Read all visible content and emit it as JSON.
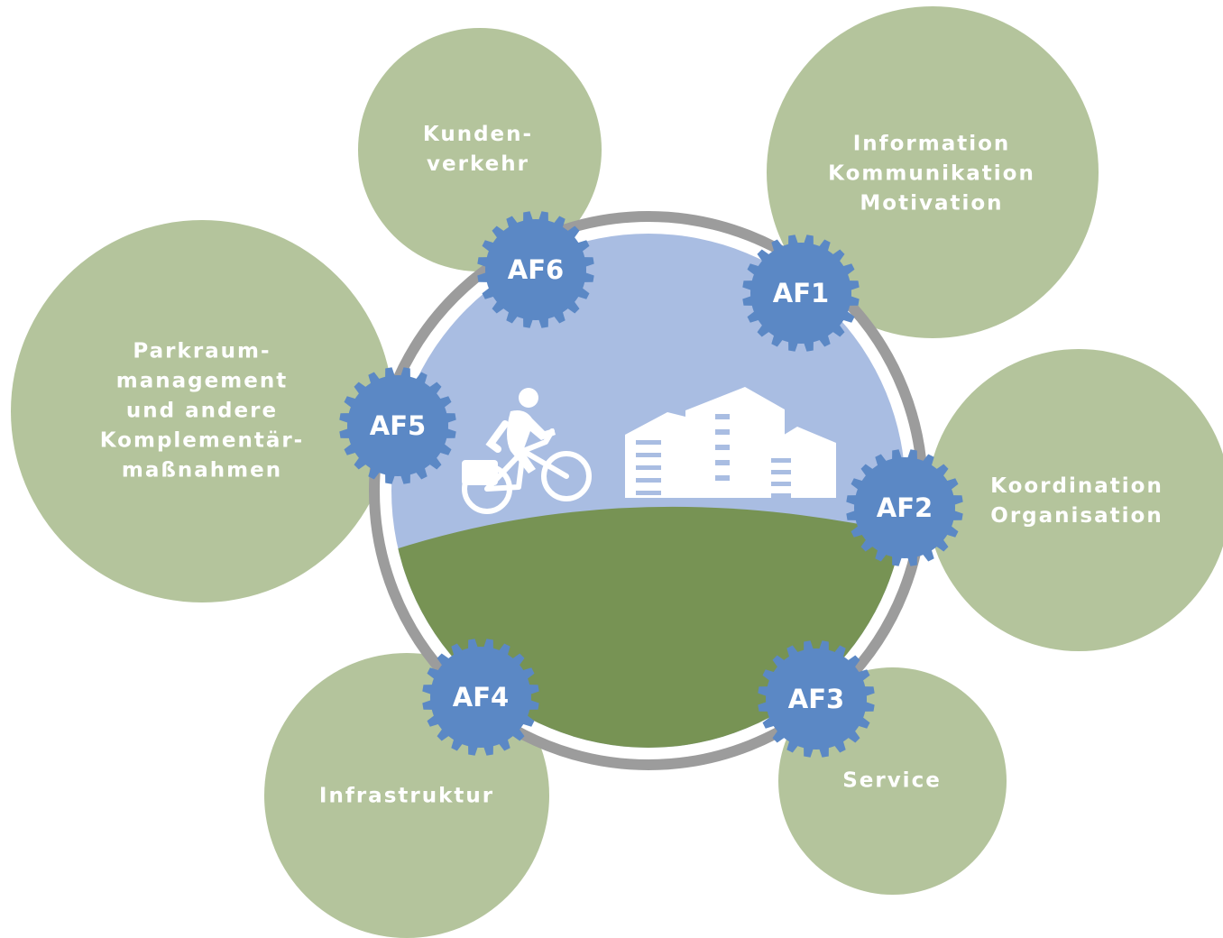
{
  "colors": {
    "bubble": "#b4c49c",
    "ring": "#9c9c9c",
    "sky": "#a9bde2",
    "ground": "#779354",
    "gear": "#5b88c5",
    "text": "#ffffff"
  },
  "fields": [
    {
      "id": "AF1",
      "label": "AF1",
      "text": [
        "Information",
        "Kommunikation",
        "Motivation"
      ]
    },
    {
      "id": "AF2",
      "label": "AF2",
      "text": [
        "Koordination",
        "Organisation"
      ]
    },
    {
      "id": "AF3",
      "label": "AF3",
      "text": [
        "Service"
      ]
    },
    {
      "id": "AF4",
      "label": "AF4",
      "text": [
        "Infrastruktur"
      ]
    },
    {
      "id": "AF5",
      "label": "AF5",
      "text": [
        "Parkraum-",
        "management",
        "und andere",
        "Komplementär-",
        "maßnahmen"
      ]
    },
    {
      "id": "AF6",
      "label": "AF6",
      "text": [
        "Kunden-",
        "verkehr"
      ]
    }
  ],
  "center": {
    "icons": [
      "cyclist-icon",
      "buildings-icon"
    ]
  }
}
